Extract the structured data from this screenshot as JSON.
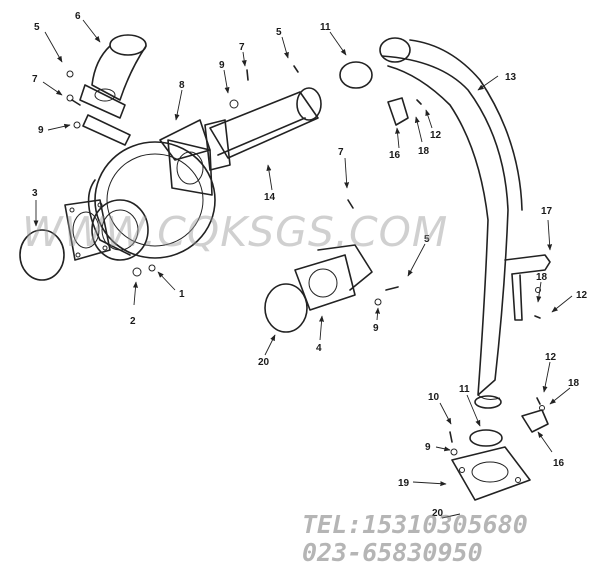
{
  "watermark": "WWW.CQKSGS.COM",
  "contact": {
    "tel": "TEL:15310305680",
    "phone": "023-65830950"
  },
  "callouts": [
    {
      "label": "5"
    },
    {
      "label": "6"
    },
    {
      "label": "7"
    },
    {
      "label": "9"
    },
    {
      "label": "3"
    },
    {
      "label": "2"
    },
    {
      "label": "1"
    },
    {
      "label": "8"
    },
    {
      "label": "9"
    },
    {
      "label": "7"
    },
    {
      "label": "5"
    },
    {
      "label": "11"
    },
    {
      "label": "13"
    },
    {
      "label": "12"
    },
    {
      "label": "18"
    },
    {
      "label": "16"
    },
    {
      "label": "14"
    },
    {
      "label": "7"
    },
    {
      "label": "5"
    },
    {
      "label": "9"
    },
    {
      "label": "4"
    },
    {
      "label": "20"
    },
    {
      "label": "17"
    },
    {
      "label": "18"
    },
    {
      "label": "12"
    },
    {
      "label": "12"
    },
    {
      "label": "18"
    },
    {
      "label": "10"
    },
    {
      "label": "11"
    },
    {
      "label": "9"
    },
    {
      "label": "16"
    },
    {
      "label": "19"
    },
    {
      "label": "20"
    }
  ]
}
